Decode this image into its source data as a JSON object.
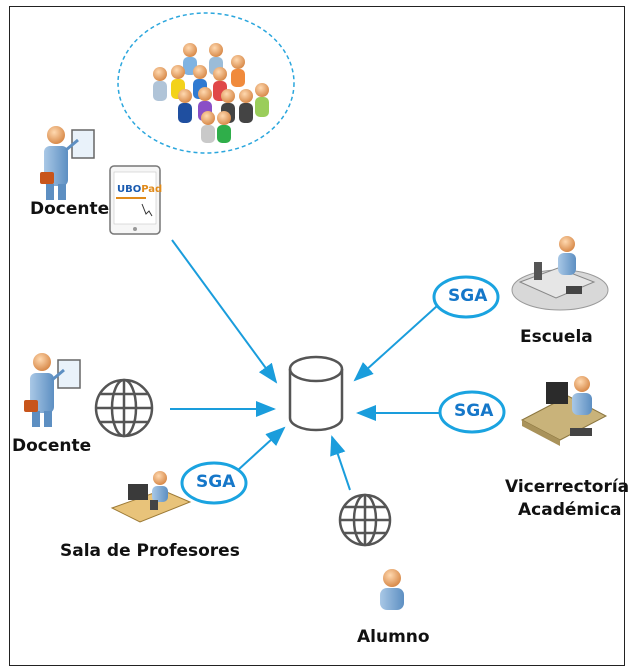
{
  "labels": {
    "docente_top": "Docente",
    "docente_left": "Docente",
    "sala": "Sala de Profesores",
    "alumno": "Alumno",
    "escuela": "Escuela",
    "vice_line1": "Vicerrectoría",
    "vice_line2": "Académica"
  },
  "sga_badges": [
    "SGA",
    "SGA",
    "SGA"
  ],
  "tablet": {
    "brand": "UBOPad"
  },
  "colors": {
    "arrow": "#1a9ddc",
    "sga_border": "#1aa3e0",
    "sga_text": "#1577c9",
    "crowd_circle": "#2aa6dd"
  }
}
